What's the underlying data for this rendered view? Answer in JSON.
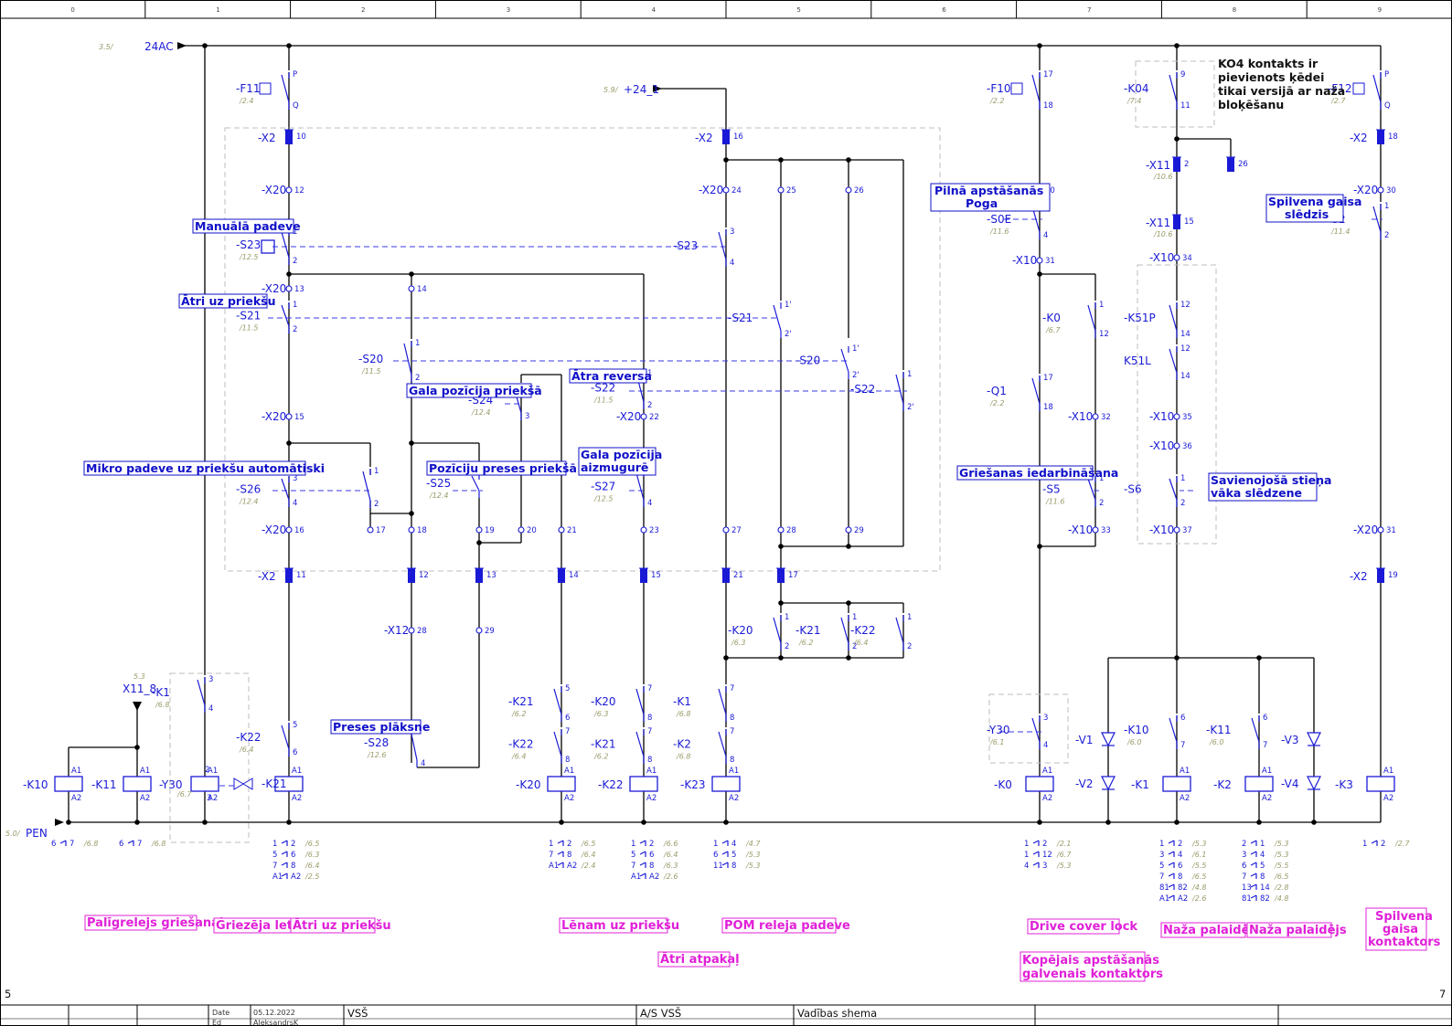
{
  "column_ruler": [
    "0",
    "1",
    "2",
    "3",
    "4",
    "5",
    "6",
    "7",
    "8",
    "9"
  ],
  "sheet_markers": {
    "left": "5",
    "right": "7"
  },
  "supply": {
    "top": {
      "label": "24AC",
      "ref": "3.5/"
    },
    "mid": {
      "label": "+24_1",
      "ref": "5.9/"
    },
    "bottom": {
      "label": "PEN",
      "ref": "5.0/"
    },
    "x11": {
      "label": "X11_8",
      "ref": "5.3"
    }
  },
  "function_titles": {
    "manual_feed": "Manuālā padeve",
    "fast_forward": "Ātri uz priekšu",
    "end_pos_front": "Gala pozīcija priekšā",
    "fast_reverse": "Ātra reversa",
    "micro_feed": "Mikro padeve uz priekšu automātiski",
    "pos_press_front": "Pozīciju preses priekšā",
    "end_pos_back": "Gala pozīcija\naizmugurē",
    "press_plate": "Preses plāksne",
    "full_stop": "Pilnā apstāšanās\nPoga",
    "cutting_engage": "Griešanas iedarbināšana",
    "air_switch": "Spilvena gaisa\nslēdzis",
    "bar_lock": "Savienojošā stieņa\nvāka slēdzene"
  },
  "note_k04": "KO4 kontakts ir\npievienots ķēdei\ntikai versijā ar naža\nbloķēšanu",
  "bottom_captions": {
    "aux_relay": "Palīgrelejs griešanai",
    "cutting_blade": "Griezēja lete",
    "fast_fwd": "Ātri uz priekšu",
    "slow_fwd": "Lēnam uz priekšu",
    "fast_back": "Ātri atpakaļ",
    "pom_relay": "POM releja padeve",
    "drive_cover": "Drive cover lock",
    "main_contactor": "Kopējais apstāšanās\ngalvenais kontaktors",
    "knife_start_1": "Naža palaidējs",
    "knife_start_2": "Naža palaidējs",
    "air_contactor": "Spilvena\ngaisa\nkontaktors"
  },
  "title_block": {
    "date_label": "Date",
    "date_value": "05.12.2022",
    "ed_label": "Ed",
    "ed_value": "AleksandrsK",
    "company_short": "VSŠ",
    "company": "A/S VSŠ",
    "drawing_title": "Vadības shema"
  },
  "colors": {
    "wire": "#000000",
    "device": "#1a1ad6",
    "title_box": "#1010c8",
    "caption": "#e020d8",
    "reference": "#9a9a6a"
  }
}
